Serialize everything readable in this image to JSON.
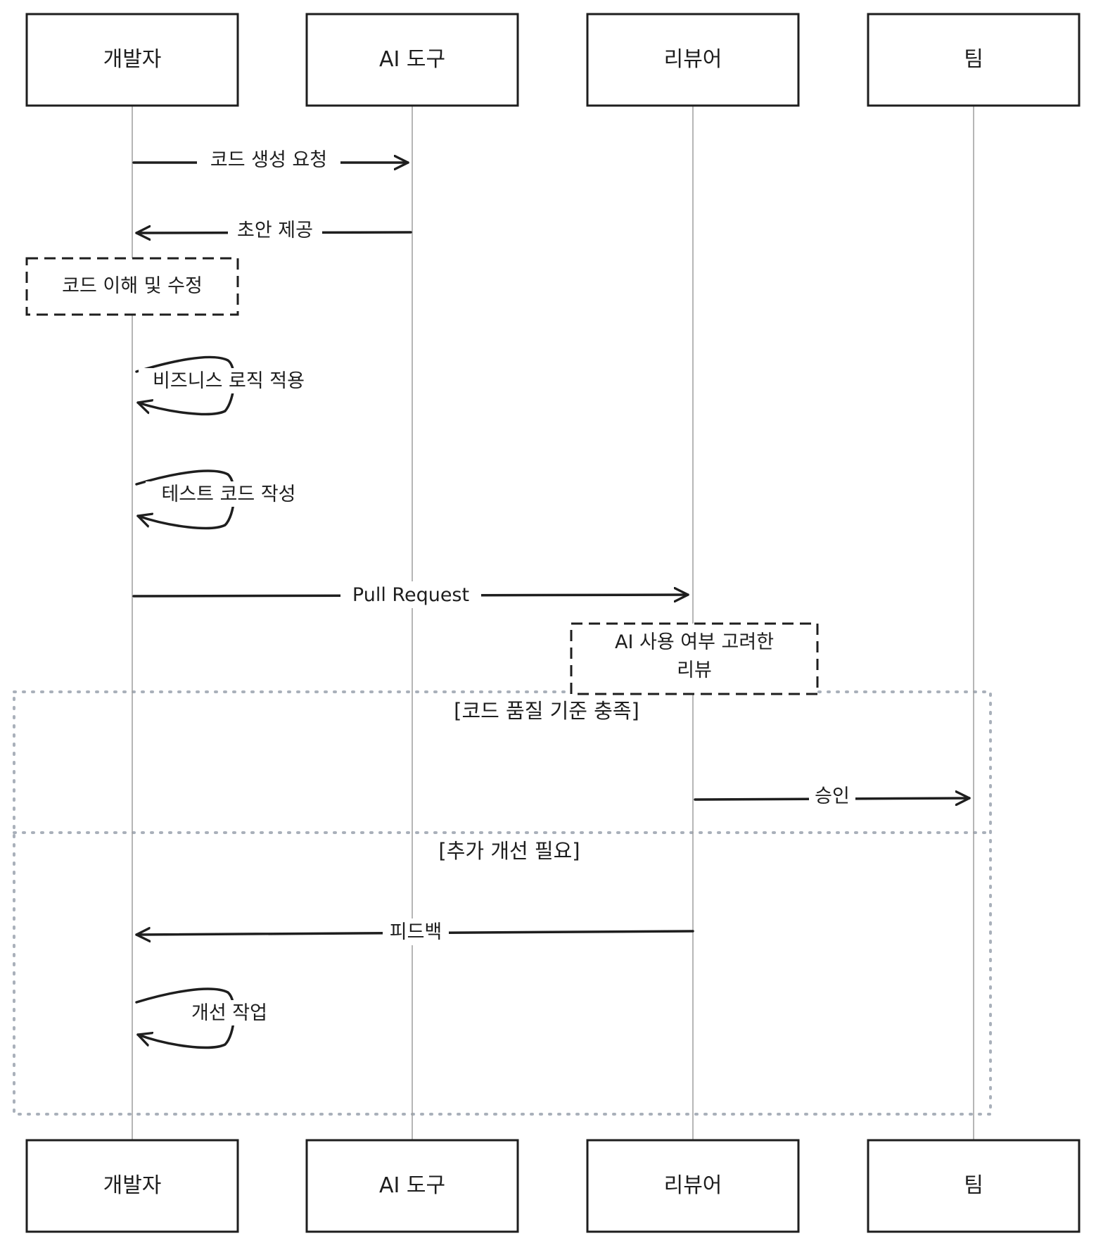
{
  "participants": [
    {
      "id": "dev",
      "label": "개발자"
    },
    {
      "id": "ai",
      "label": "AI 도구"
    },
    {
      "id": "reviewer",
      "label": "리뷰어"
    },
    {
      "id": "team",
      "label": "팀"
    }
  ],
  "messages": [
    {
      "id": "m1",
      "from": "dev",
      "to": "ai",
      "label": "코드 생성 요청"
    },
    {
      "id": "m2",
      "from": "ai",
      "to": "dev",
      "label": "초안 제공"
    },
    {
      "id": "m3",
      "from": "dev",
      "to": "dev",
      "label": "비즈니스 로직 적용"
    },
    {
      "id": "m4",
      "from": "dev",
      "to": "dev",
      "label": "테스트 코드 작성"
    },
    {
      "id": "m5",
      "from": "dev",
      "to": "reviewer",
      "label": "Pull Request"
    },
    {
      "id": "m6",
      "from": "reviewer",
      "to": "team",
      "label": "승인"
    },
    {
      "id": "m7",
      "from": "reviewer",
      "to": "dev",
      "label": "피드백"
    },
    {
      "id": "m8",
      "from": "dev",
      "to": "dev",
      "label": "개선 작업"
    }
  ],
  "notes": [
    {
      "id": "n1",
      "over": "dev",
      "lines": [
        "코드 이해 및 수정"
      ]
    },
    {
      "id": "n2",
      "over": "reviewer",
      "lines": [
        "AI 사용 여부 고려한",
        "리뷰"
      ]
    }
  ],
  "alt": {
    "conditions": [
      "[코드 품질 기준 충족]",
      "[추가 개선 필요]"
    ]
  }
}
